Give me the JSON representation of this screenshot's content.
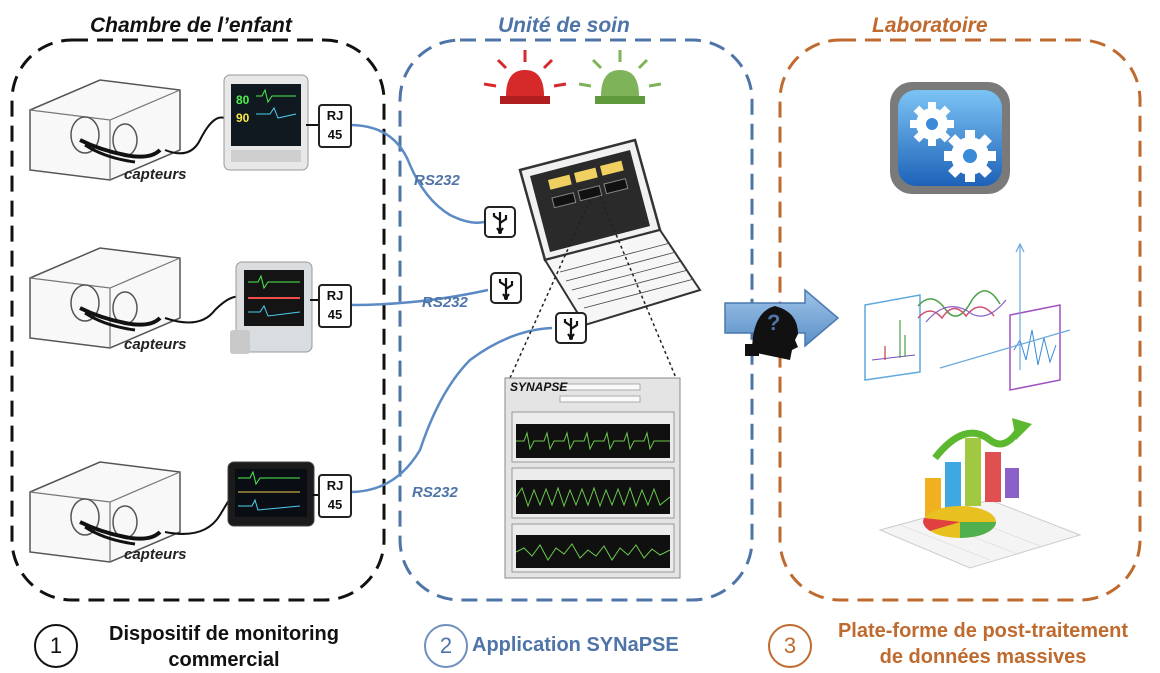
{
  "sections": {
    "room": {
      "title": "Chambre de l’enfant"
    },
    "care": {
      "title": "Unité de soin"
    },
    "lab": {
      "title": "Laboratoire"
    }
  },
  "labels": {
    "sensors": "capteurs",
    "link": "RS232",
    "rj_line1": "RJ",
    "rj_line2": "45",
    "question": "?"
  },
  "synapse_window": {
    "title": "SYNAPSE"
  },
  "footer": {
    "step1": {
      "number": "1",
      "line1": "Dispositif de monitoring",
      "line2": "commercial"
    },
    "step2": {
      "number": "2",
      "line1": "Application SYNaPSE"
    },
    "step3": {
      "number": "3",
      "line1": "Plate-forme de post-traitement",
      "line2": "de données massives"
    }
  },
  "colors": {
    "room": "#111111",
    "care": "#4e74a8",
    "lab": "#bf6a2e",
    "alarm_red": "#d62a2a",
    "alarm_green": "#7fb35a"
  }
}
